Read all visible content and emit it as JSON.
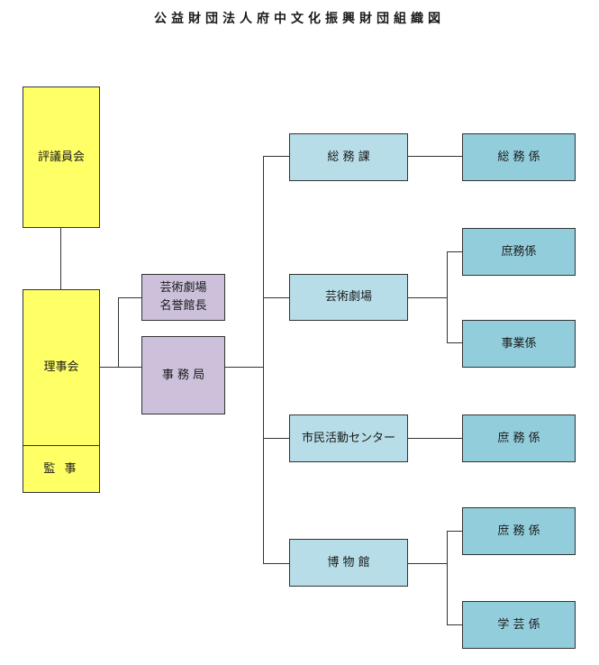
{
  "title": "公益財団法人府中文化振興財団組織図",
  "nodes": {
    "council": "評議員会",
    "board": "理事会",
    "auditor": "監 事",
    "theater_director": [
      "芸術劇場",
      "名誉館長"
    ],
    "secretariat": "事 務 局",
    "general_affairs": "総 務 課",
    "arts_theater": "芸術劇場",
    "civic_center": "市民活動センター",
    "museum": "博 物 館",
    "ga_section": "総 務 係",
    "theater_admin": "庶務係",
    "theater_business": "事業係",
    "civic_admin": "庶 務 係",
    "museum_admin": "庶 務 係",
    "museum_curatorial": "学 芸 係"
  },
  "colors": {
    "governance": "#ffff66",
    "secretariat": "#ccc0da",
    "division": "#b7dde8",
    "section": "#92cddc"
  }
}
